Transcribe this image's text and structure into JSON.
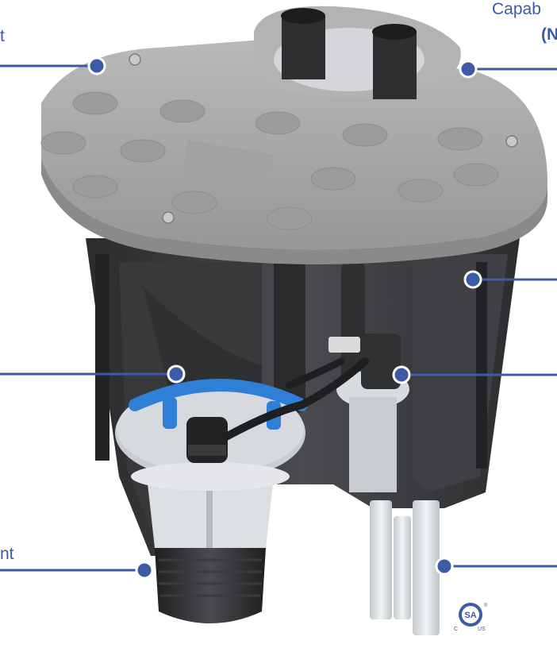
{
  "callouts": {
    "top_left_fragment": "t",
    "top_right_line1": "Capab",
    "top_right_line2": "(N",
    "bottom_left_fragment": "nt"
  },
  "certification": {
    "mark": "SA",
    "left_letter": "C",
    "right_letters": "US",
    "registered": "®"
  },
  "colors": {
    "accent": "#3c5aa6",
    "lid": "#a9a9a9",
    "tank": "#3a3b3d",
    "hose": "#2f7fd6",
    "pump_plate": "#cfd2d6",
    "pipe_white": "#dfe3e6",
    "motor": "#2b2c2e"
  },
  "icons": {
    "certification_mark": "csa-certification-icon",
    "callout_dot": "callout-dot-icon"
  }
}
